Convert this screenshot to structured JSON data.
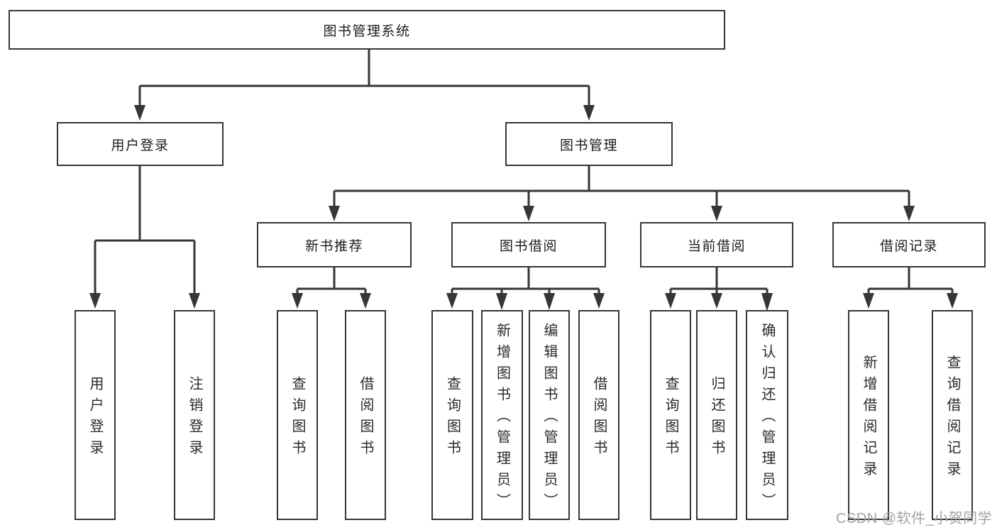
{
  "diagram_title": "图书管理系统",
  "colors": {
    "line": "#363636",
    "box_border": "#363636",
    "text": "#1e1e1e",
    "background": "#ffffff",
    "watermark": "#a3a3a3"
  },
  "tree": {
    "label": "图书管理系统",
    "children": [
      {
        "label": "用户登录",
        "children": [
          {
            "label": "用户登录"
          },
          {
            "label": "注销登录"
          }
        ]
      },
      {
        "label": "图书管理",
        "children": [
          {
            "label": "新书推荐",
            "children": [
              {
                "label": "查询图书"
              },
              {
                "label": "借阅图书"
              }
            ]
          },
          {
            "label": "图书借阅",
            "children": [
              {
                "label": "查询图书"
              },
              {
                "label": "新增图书（管理员）"
              },
              {
                "label": "编辑图书（管理员）"
              },
              {
                "label": "借阅图书"
              }
            ]
          },
          {
            "label": "当前借阅",
            "children": [
              {
                "label": "查询图书"
              },
              {
                "label": "归还图书"
              },
              {
                "label": "确认归还（管理员）"
              }
            ]
          },
          {
            "label": "借阅记录",
            "children": [
              {
                "label": "新增借阅记录"
              },
              {
                "label": "查询借阅记录"
              }
            ]
          }
        ]
      }
    ]
  },
  "watermark": {
    "text": "CSDN @软件_小贺同学"
  }
}
